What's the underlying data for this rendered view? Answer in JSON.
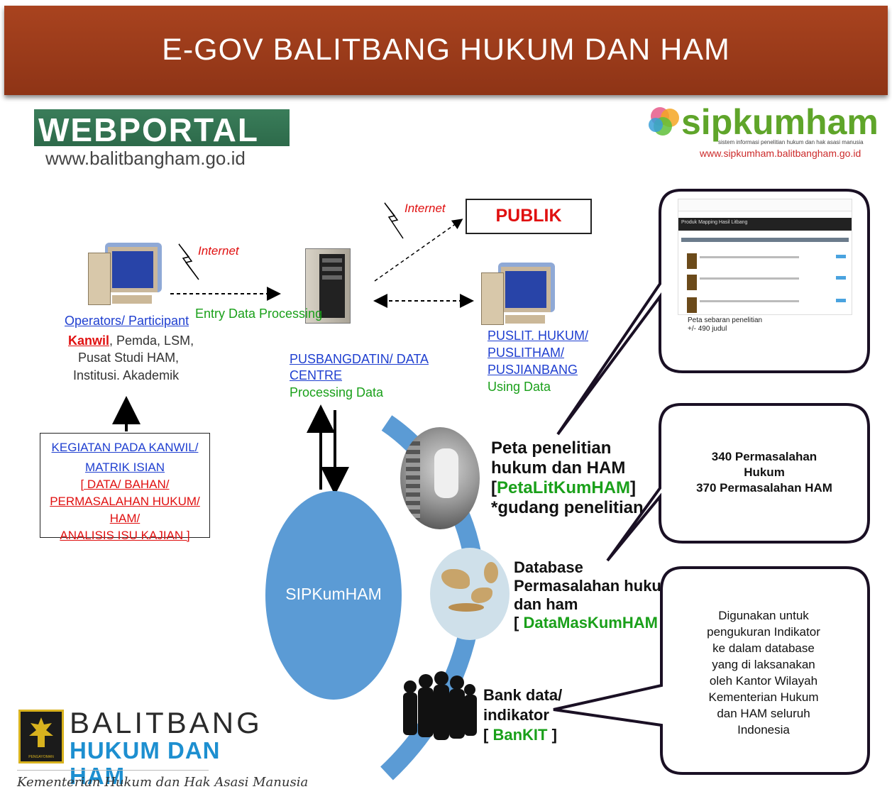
{
  "banner": {
    "title": "E-GOV BALITBANG HUKUM DAN HAM"
  },
  "webportal": {
    "logo_text": "WEBPORTAL",
    "url": "www.balitbangham.go.id"
  },
  "sipkumham": {
    "logo_text": "sipkumham",
    "tagline": "sistem informasi penelitian hukum dan hak asasi manusia",
    "url": "www.sipkumham.balitbangham.go.id"
  },
  "publik_label": "PUBLIK",
  "internet_label_1": "Internet",
  "internet_label_2": "Internet",
  "entry_data_label": "Entry Data Processing",
  "operators": {
    "link": "Operators/ Participant",
    "kanwil": "Kanwil",
    "line1_rest": ", Pemda, LSM,",
    "line2": "Pusat Studi HAM,",
    "line3": "Institusi. Akademik"
  },
  "pusbang": {
    "line1": "PUSBANGDATIN/ DATA",
    "line2": "CENTRE",
    "line3": "Processing Data"
  },
  "puslit": {
    "line1": "PUSLIT. HUKUM/",
    "line2": "PUSLITHAM/",
    "line3": "PUSJIANBANG",
    "line4": "Using Data"
  },
  "kegiatan": {
    "line1": "KEGIATAN PADA KANWIL/",
    "line2": "MATRIK ISIAN",
    "line3": "[ DATA/ BAHAN/",
    "line4": "PERMASALAHAN HUKUM/ HAM/",
    "line5": "ANALISIS ISU KAJIAN ]"
  },
  "sipkumham_circle": "SIPKumHAM",
  "peta": {
    "line1": "Peta penelitian",
    "line2": "hukum dan HAM",
    "bracket_open": "[",
    "name": "PetaLitKumHAM",
    "bracket_close": "]",
    "line4": "*gudang penelitian"
  },
  "database": {
    "line1": "Database",
    "line2": "Permasalahan hukum",
    "line3": "dan ham",
    "bracket_open": "[ ",
    "name": "DataMasKumHAM",
    "bracket_close": " ]"
  },
  "bank": {
    "line1": "Bank data/",
    "line2": "indikator",
    "bracket_open": "[ ",
    "name": "BanKIT",
    "bracket_close": " ]"
  },
  "callout1": {
    "screenshot_title": "Produk Mapping Hasil Litbang",
    "caption1": "Peta sebaran penelitian",
    "caption2": "+/- 490 judul"
  },
  "callout2": {
    "line1": "340 Permasalahan",
    "line2": "Hukum",
    "line3": "370 Permasalahan HAM"
  },
  "callout3": {
    "line1": "Digunakan untuk",
    "line2": "pengukuran Indikator",
    "line3": "ke dalam database",
    "line4": "yang di laksanakan",
    "line5": "oleh Kantor Wilayah",
    "line6": "Kementerian Hukum",
    "line7": "dan HAM seluruh",
    "line8": "Indonesia"
  },
  "balitbang_logo": {
    "line1": "BALITBANG",
    "line2": "HUKUM DAN HAM",
    "emblem_label": "PENGAYOMAN",
    "tagline": "Kementerian Hukum dan Hak Asasi Manusia"
  },
  "colors": {
    "banner": "#9a3a19",
    "circle": "#5b9bd5",
    "link": "#1f3fd0",
    "red": "#e01010",
    "green": "#1aa01a"
  }
}
